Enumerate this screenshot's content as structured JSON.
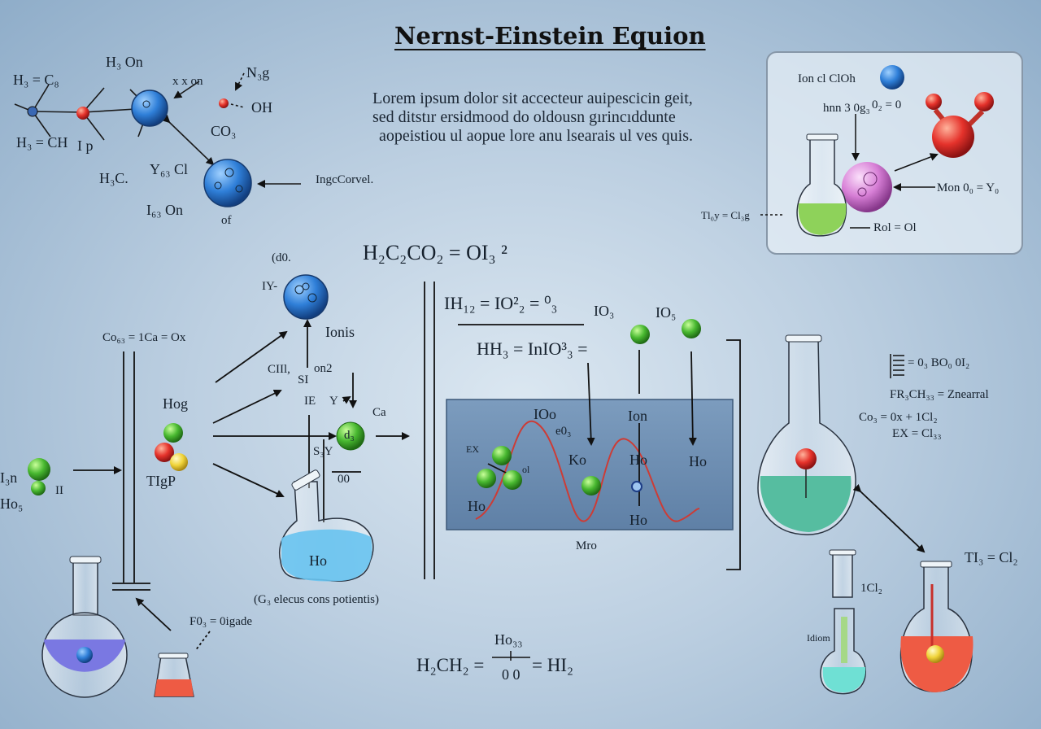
{
  "title": "Nernst-Einstein  Equion",
  "description": [
    "Lorem ipsum dolor sit accecteur auipescicin geit,",
    "sed ditstır ersidmood do oldousn gırincıdduntе",
    "aopeistiou ul aopue lore anu lsearais ul ves quis."
  ],
  "equations": {
    "main": "H₂C₂CO₂ = OI₃ ²",
    "ih": "IH₁₂ = IO²₂ = ⁰₃",
    "hh": "HH₃ = InIO³₃ =",
    "bottom_left": "H₂CH₂ =",
    "bottom_right": "= HI₂",
    "frac_num": "Ho₃₃",
    "frac_den": "0 0"
  },
  "labels": {
    "top_left": [
      "H₃ = C₈",
      "H₃ = CH",
      "I p",
      "H₃ On",
      "x x on",
      "N₃g",
      "OH",
      "CO₃",
      "H₃C.",
      "Y₆₃ Cl",
      "I₆₃ On",
      "of",
      "IngcCorvel."
    ],
    "center_left": [
      "(d0.",
      "IY-",
      "Ionis",
      "Co₆₃ = 1Ca = Ox",
      "CIIl,",
      "SI",
      "on2",
      "IE",
      "Y",
      "Ca",
      "d₃",
      "Hog",
      "TIgP",
      "I₃n",
      "Ho₅",
      "II",
      "S₃Y",
      "00",
      "Ho",
      "(G₃ elecus cons potientis)",
      "F0₃ = 0igade"
    ],
    "wave_box": [
      "IO₃",
      "IO₅",
      "IOo",
      "e0₃",
      "Ion",
      "EX",
      "ol",
      "Ko",
      "Ho",
      "Ho",
      "Ho",
      "Ho",
      "Mro"
    ],
    "inset": [
      "Ion cl ClOh",
      "hnn 3 0g₃",
      "0₂ = 0",
      "Mon 0₀ = Y₀",
      "Rol = Ol",
      "Tl₀y = Cl₃g"
    ],
    "right": [
      "= 0₃ BO₀ 0I₂",
      "FR₃CH₃₃ = Znearral",
      "Co₃ = 0x   + 1Cl₂",
      "EX = Cl₃₃",
      "TI₃ = Cl₂",
      "1Cl₂",
      "Idiom"
    ]
  },
  "colors": {
    "blue_ion": "#2f7fd8",
    "green_ion": "#48b830",
    "red_ion": "#e5322b",
    "yellow_ion": "#f0d43a",
    "pink_ion": "#d77fd6",
    "liquid_blue": "#68c3f0",
    "liquid_purple": "#7a78e2",
    "liquid_green": "#56bda0",
    "liquid_red": "#ee5b44",
    "wave": "#cc3c36"
  }
}
